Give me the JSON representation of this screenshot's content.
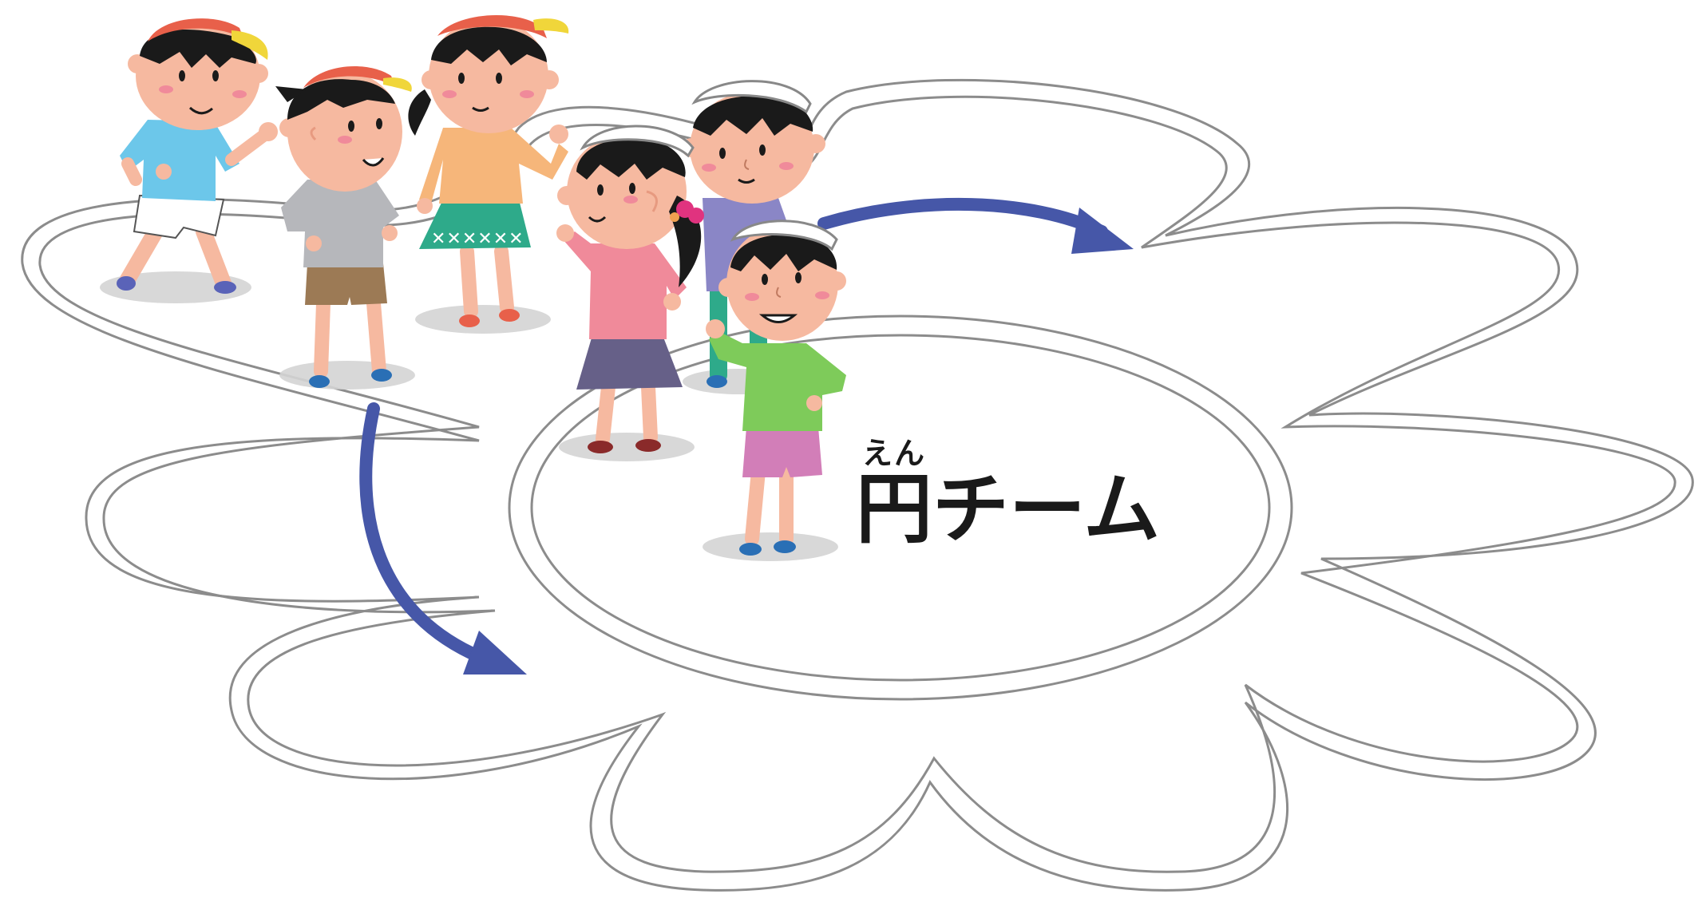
{
  "team_label": {
    "kanji": "円",
    "katakana": "チーム",
    "ruby": "えん"
  },
  "colors": {
    "outline": "#8c8c8c",
    "arrow": "#4657a8",
    "text": "#1a1a1a"
  },
  "icons": [
    "flower-track",
    "arrow-right",
    "arrow-down",
    "children-group"
  ]
}
